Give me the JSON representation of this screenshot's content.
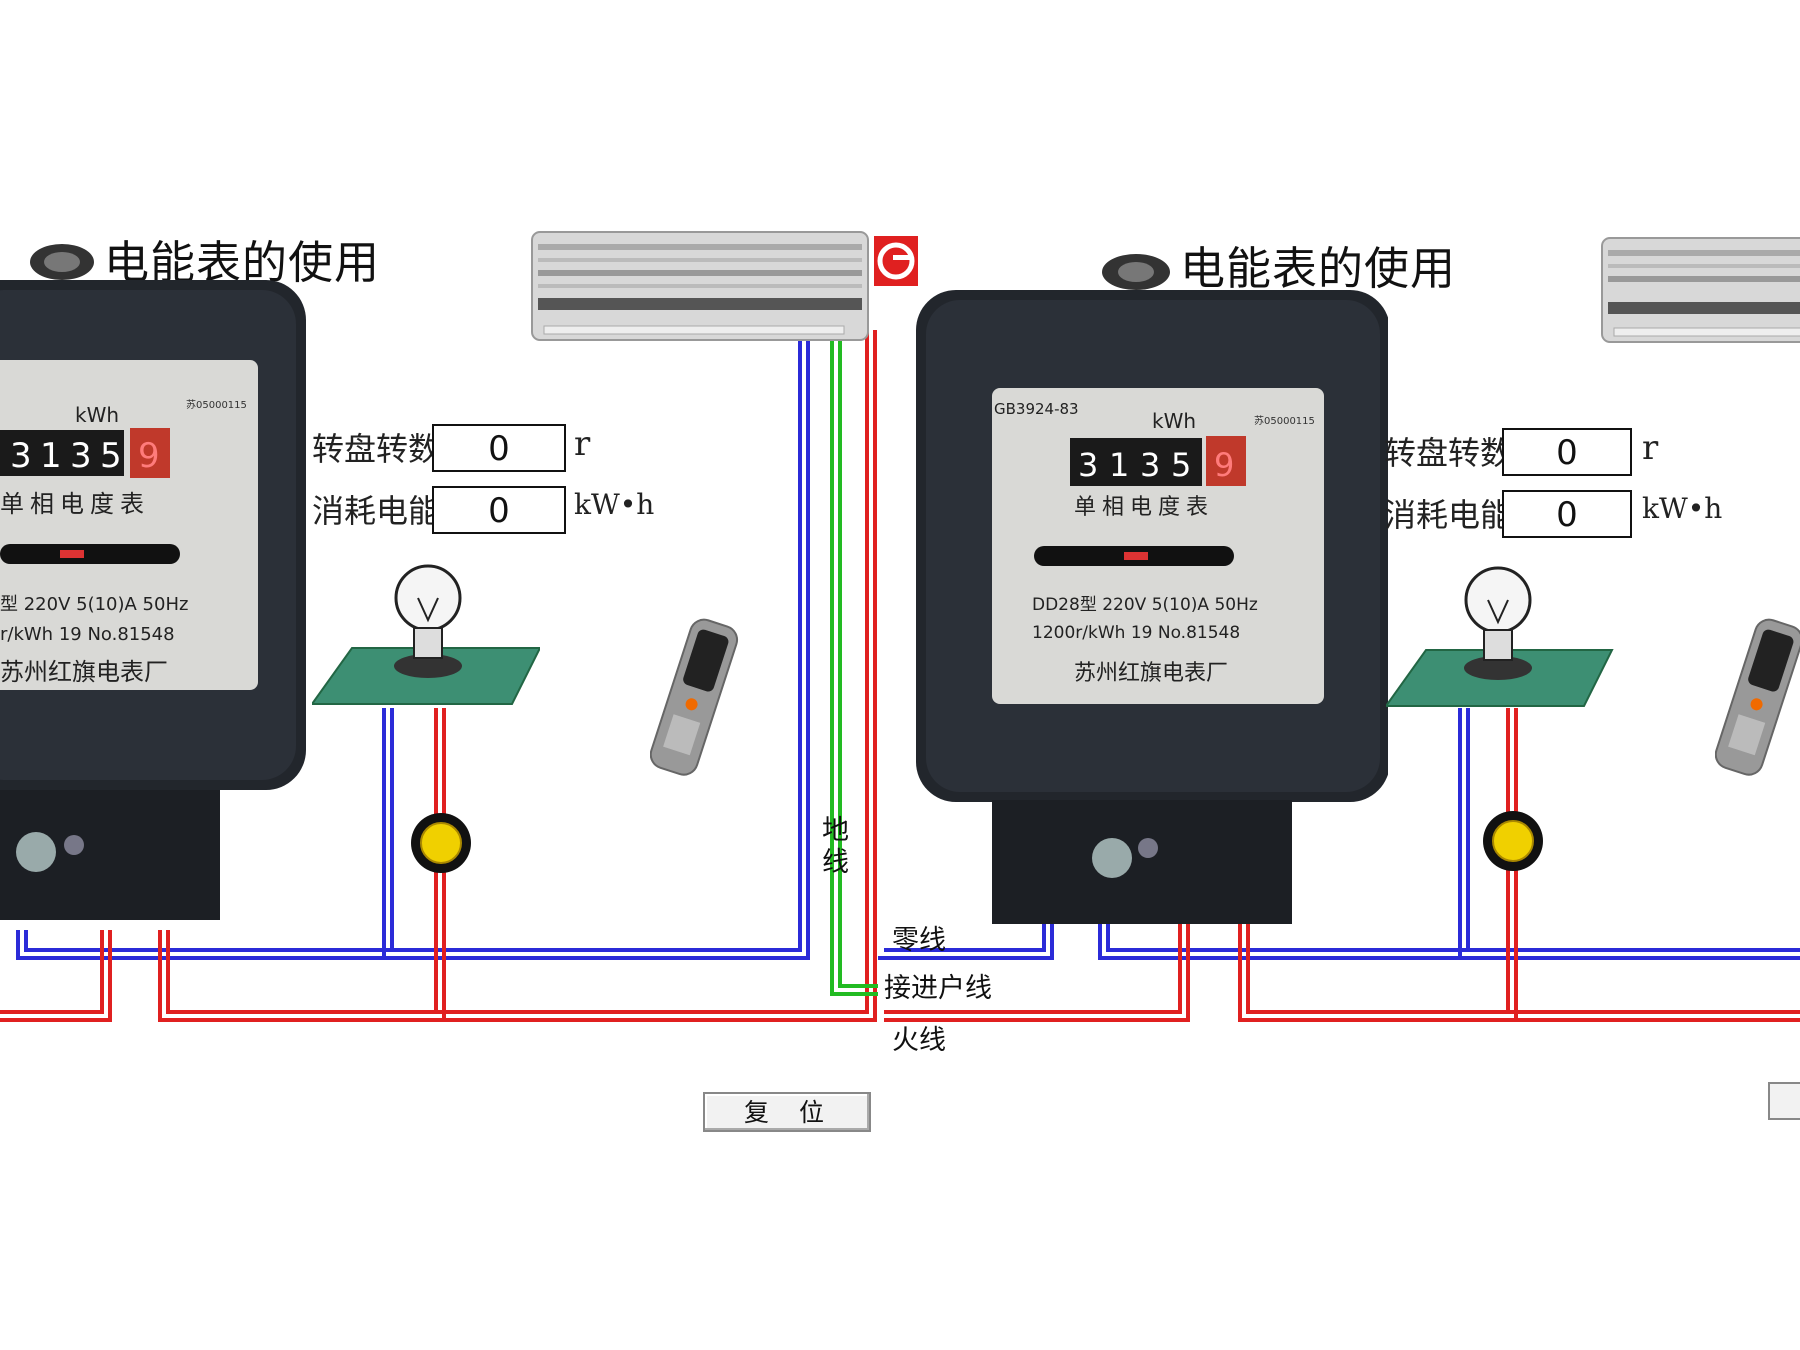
{
  "panel_left": {
    "title": "电能表的使用",
    "turns_label": "转盘转数",
    "turns_value": "0",
    "turns_unit": "r",
    "energy_label": "消耗电能",
    "energy_value": "0",
    "energy_unit": "kW•h",
    "ground_label": "地线",
    "reset_label": "复位",
    "meter": {
      "unit": "kWh",
      "digits": [
        "3",
        "1",
        "3",
        "5"
      ],
      "red_digit": "9",
      "type_text": "单相电度表",
      "spec_line1": "型 220V   5(10)A    50Hz",
      "spec_line2": "r/kWh 19    No.81548",
      "maker": "苏州红旗电表厂",
      "approval": "苏05000115"
    }
  },
  "panel_right": {
    "title": "电能表的使用",
    "turns_label": "转盘转数",
    "turns_value": "0",
    "turns_unit": "r",
    "energy_label": "消耗电能",
    "energy_value": "0",
    "energy_unit": "kW•h",
    "meter": {
      "standard": "GB3924-83",
      "unit": "kWh",
      "digits": [
        "3",
        "1",
        "3",
        "5"
      ],
      "red_digit": "9",
      "type_text": "单相电度表",
      "spec_line1": "DD28型 220V   5(10)A    50Hz",
      "spec_line2": "1200r/kWh 19    No.81548",
      "maker": "苏州红旗电表厂",
      "approval": "苏05000115"
    }
  },
  "wire_labels": {
    "neutral": "零线",
    "incoming": "接进户线",
    "live": "火线"
  },
  "colors": {
    "neutral": "#2b2bd8",
    "live": "#e02020",
    "ground": "#22bb22",
    "board": "#3d8f73",
    "logo": "#e02020"
  }
}
